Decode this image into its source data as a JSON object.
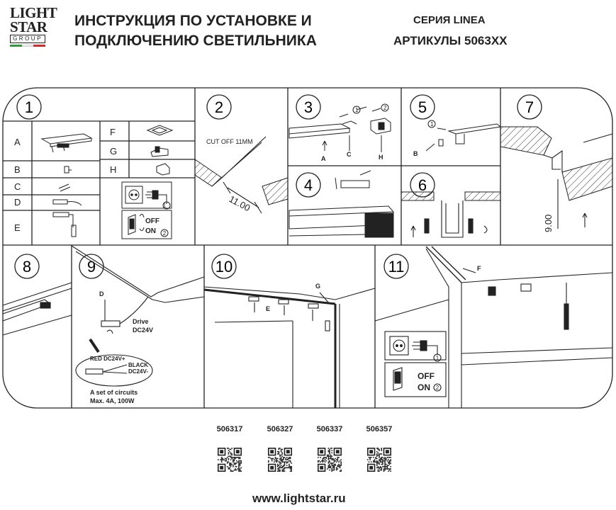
{
  "brand": {
    "line1": "LIGHT",
    "line2": "STAR",
    "line3": "GROUP",
    "flag_colors": [
      "#2e9b3e",
      "#ffffff",
      "#d42a2a"
    ]
  },
  "header": {
    "title_line1": "ИНСТРУКЦИЯ ПО УСТАНОВКЕ И",
    "title_line2": "ПОДКЛЮЧЕНИЮ СВЕТИЛЬНИКА",
    "series": "СЕРИЯ LINEA",
    "articles": "АРТИКУЛЫ 5063XX"
  },
  "steps": {
    "s1": "1",
    "s2": "2",
    "s3": "3",
    "s4": "4",
    "s5": "5",
    "s6": "6",
    "s7": "7",
    "s8": "8",
    "s9": "9",
    "s10": "10",
    "s11": "11"
  },
  "parts": {
    "a": "A",
    "b": "B",
    "c": "C",
    "d": "D",
    "e": "E",
    "f": "F",
    "g": "G",
    "h": "H"
  },
  "step2": {
    "cut": "CUT OFF 11MM",
    "dim": "11.00"
  },
  "step3": {
    "circle1": "1",
    "circle2": "2",
    "la": "A",
    "lc": "C",
    "lh": "H"
  },
  "step5": {
    "circle1": "1",
    "lb": "B"
  },
  "step7": {
    "dim": "9.00"
  },
  "step9": {
    "ld": "D",
    "drive": "Drive",
    "dc": "DC24V",
    "red": "RED DC24V+",
    "black": "BLACK",
    "black2": "DC24V-",
    "note1": "A set of circuits",
    "note2": "Max. 4A, 100W"
  },
  "step10": {
    "le": "E",
    "lg": "G"
  },
  "step11": {
    "lf": "F"
  },
  "power": {
    "off": "OFF",
    "on": "ON",
    "c1": "1",
    "c2": "2"
  },
  "articles": [
    "506317",
    "506327",
    "506337",
    "506357"
  ],
  "website": "www.lightstar.ru"
}
